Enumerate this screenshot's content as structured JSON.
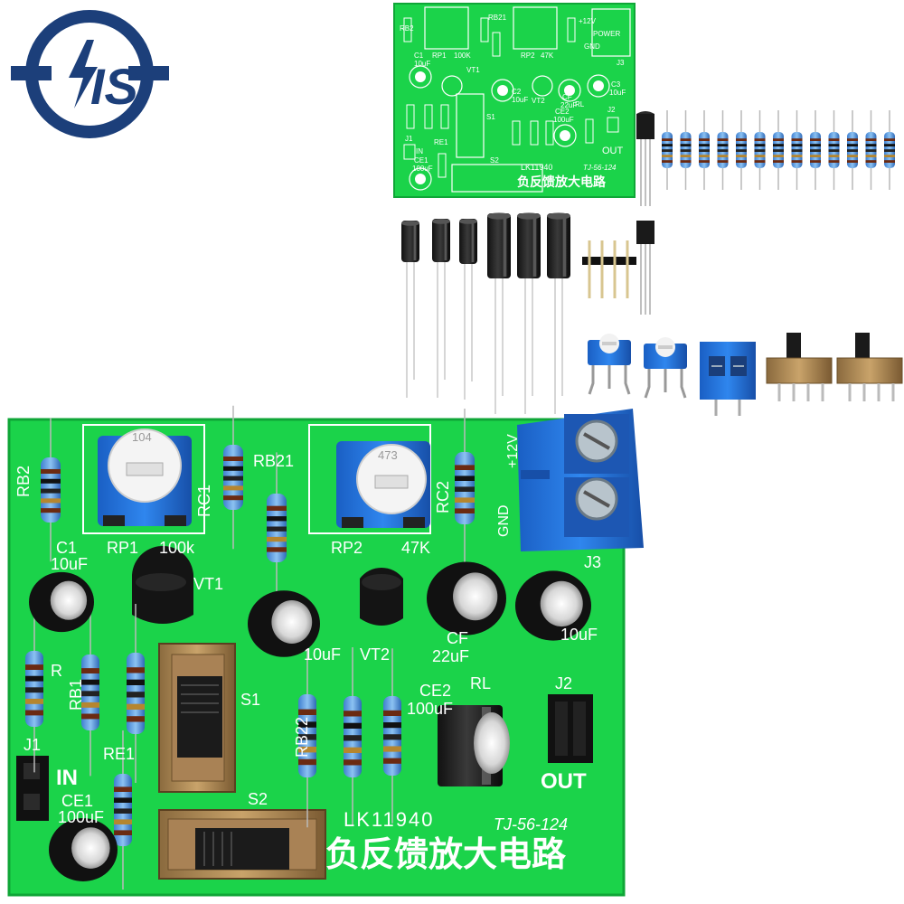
{
  "logo": {
    "letters": "IS",
    "color": "#1c3f7a"
  },
  "colors": {
    "pcb": "#1bd34a",
    "pcb_edge": "#0fa637",
    "silkscreen": "#ffffff",
    "terminal": "#1e6fd9"
  },
  "small_board": {
    "labels": [
      "RB2",
      "C1",
      "10uF",
      "RP1",
      "100K",
      "RB21",
      "RP2",
      "47K",
      "+12V",
      "POWER",
      "GND",
      "J3",
      "VT1",
      "C2",
      "10uF",
      "VT2",
      "CF",
      "22uF",
      "C3",
      "10uF",
      "S1",
      "RL",
      "CE2",
      "100uF",
      "J2",
      "OUT",
      "J1",
      "IN",
      "RE1",
      "CE1",
      "100uF",
      "S2"
    ],
    "model": "LK11940",
    "code": "TJ-56-124",
    "title": "负反馈放大电路"
  },
  "large_board": {
    "labels": [
      "RB2",
      "104",
      "RC1",
      "RB21",
      "473",
      "RC2",
      "+12V",
      "GND",
      "C1",
      "10uF",
      "RP1",
      "100k",
      "RP2",
      "47K",
      "J3",
      "VT1",
      "VT2",
      "CF",
      "22uF",
      "10uF",
      "10uF",
      "R",
      "RB1",
      "S1",
      "RB22",
      "CE2",
      "100uF",
      "RL",
      "J2",
      "OUT",
      "J1",
      "IN",
      "RE1",
      "CE1",
      "100uF",
      "S2"
    ],
    "model": "LK11940",
    "code": "TJ-56-124",
    "title": "负反馈放大电路"
  },
  "parts_kit": {
    "resistors": 13,
    "electrolytic_capacitors": 6,
    "transistors": 2,
    "pin_headers": 1,
    "potentiometers": 2,
    "terminal_blocks": 1,
    "slide_switches": 2
  }
}
